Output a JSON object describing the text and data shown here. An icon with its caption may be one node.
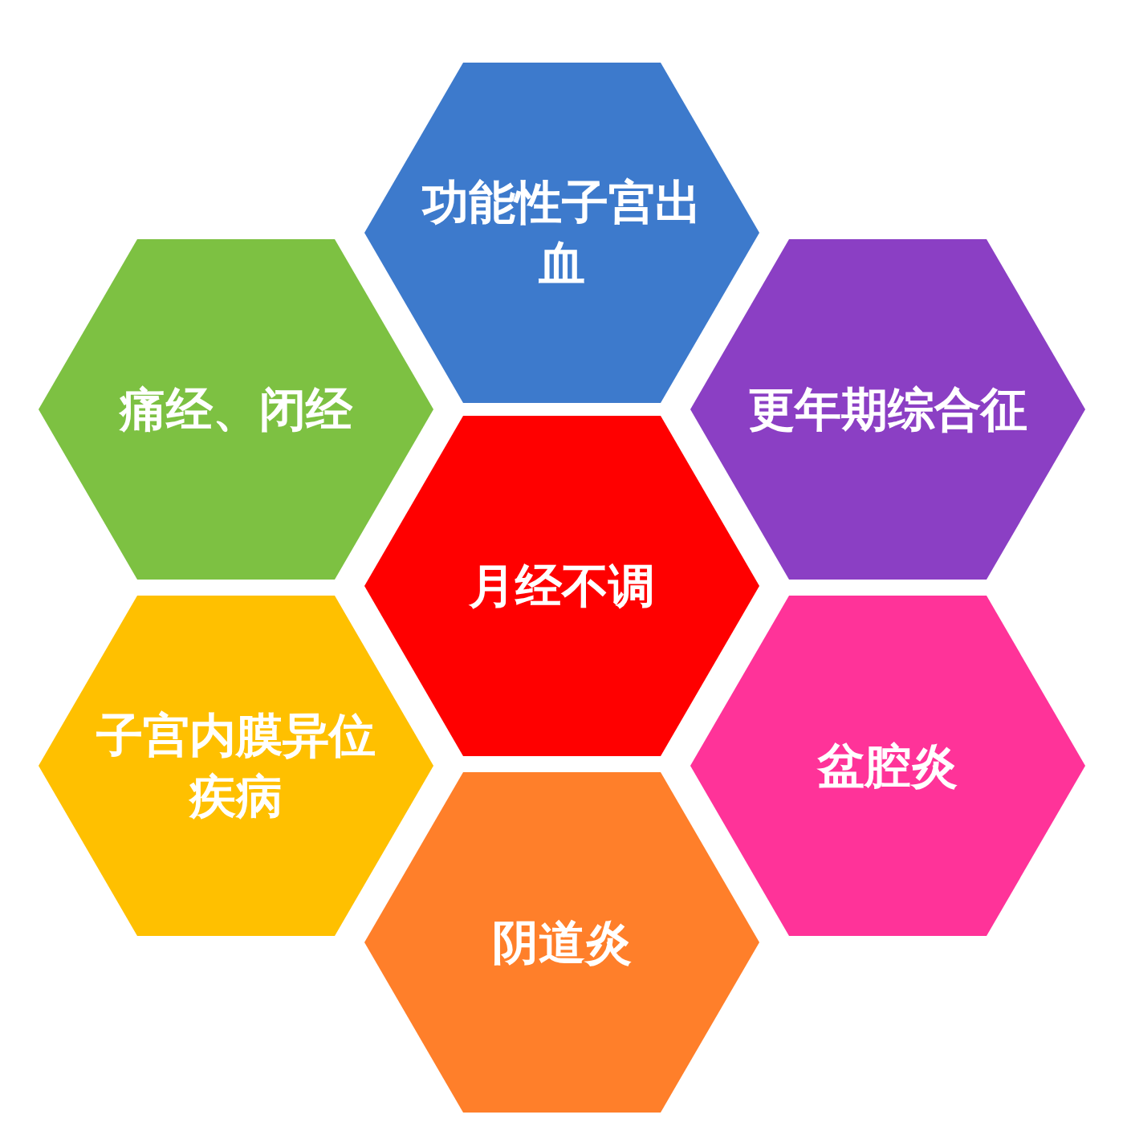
{
  "diagram": {
    "nodes": [
      {
        "text": [
          "功能性子宫出血"
        ]
      },
      {
        "text": [
          "痛经、闭经"
        ]
      },
      {
        "text": [
          "更年期综合征"
        ]
      },
      {
        "text": [
          "月经不调"
        ]
      },
      {
        "text": [
          "子宫内膜异位疾病"
        ]
      },
      {
        "text": [
          "盆腔炎"
        ]
      },
      {
        "text": [
          "阴道炎"
        ]
      }
    ]
  }
}
